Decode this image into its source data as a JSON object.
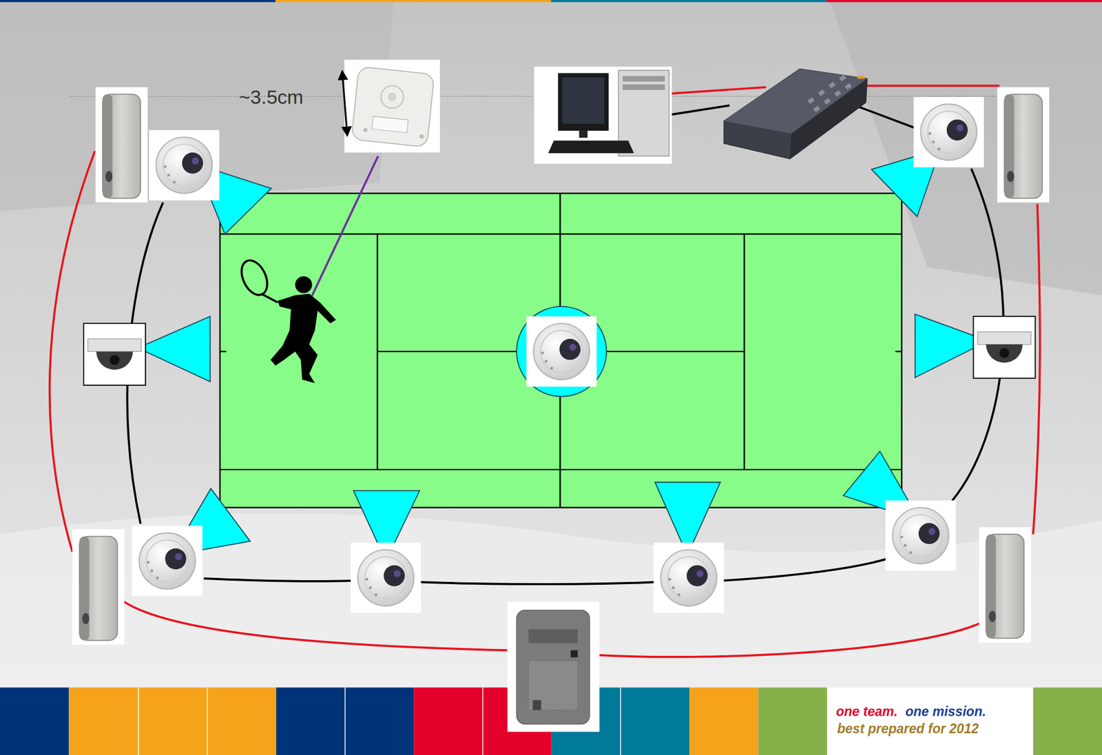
{
  "diagram": {
    "labels": [
      "~3.5cm",
      "one team.",
      "one mission.",
      "best prepared for 2012"
    ]
  }
}
